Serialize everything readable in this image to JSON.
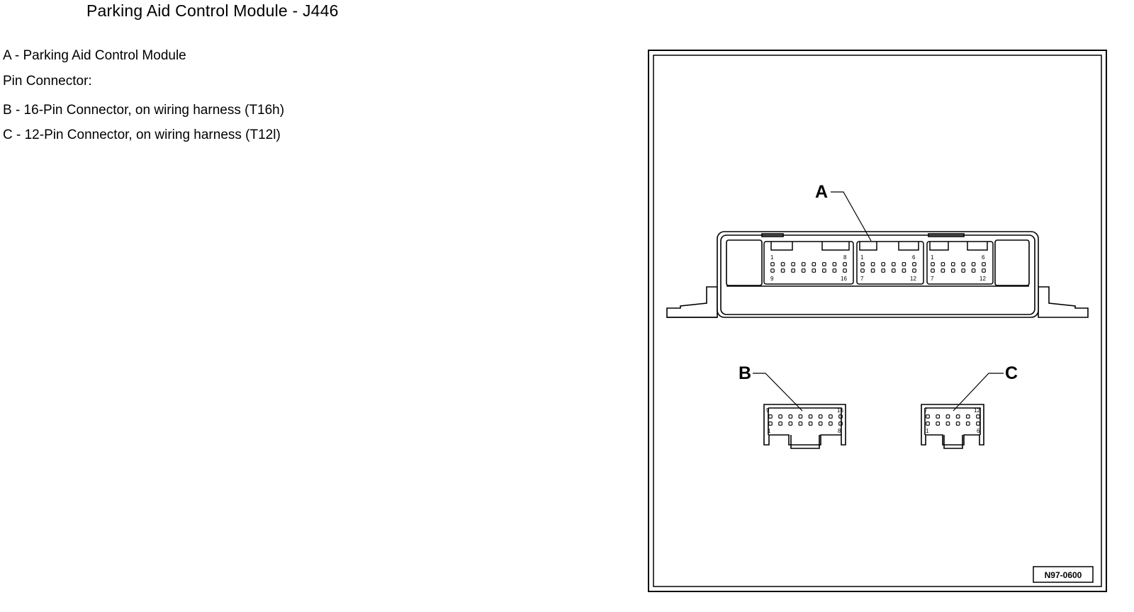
{
  "page": {
    "title": "Parking Aid Control Module - J446"
  },
  "legend": [
    "A - Parking Aid Control Module",
    "Pin Connector:",
    "B - 16-Pin Connector, on wiring harness (T16h)",
    "C - 12-Pin Connector, on wiring harness (T12l)"
  ],
  "diagram": {
    "callouts": {
      "a": "A",
      "b": "B",
      "c": "C"
    },
    "module_pins": {
      "left": {
        "tl": "1",
        "tr": "8",
        "bl": "9",
        "br": "16"
      },
      "mid": {
        "tl": "1",
        "tr": "6",
        "bl": "7",
        "br": "12"
      },
      "right": {
        "tl": "1",
        "tr": "6",
        "bl": "7",
        "br": "12"
      }
    },
    "connector_b_pins": {
      "tl": "9",
      "tr": "16",
      "bl": "1",
      "br": "8"
    },
    "connector_c_pins": {
      "tl": "7",
      "tr": "12",
      "bl": "1",
      "br": "6"
    },
    "figure_id": "N97-0600"
  }
}
